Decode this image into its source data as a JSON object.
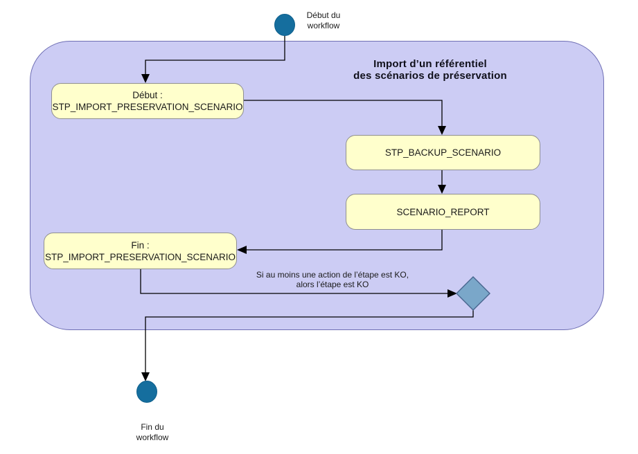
{
  "diagram": {
    "start_label": "Début du\nworkflow",
    "end_label": "Fin du\nworkflow",
    "group_title": "Import d’un référentiel\ndes scénarios de préservation",
    "condition_label": "Si au moins une action de l’étape est KO,\nalors l’étape est KO",
    "nodes": {
      "debut": "Début :\nSTP_IMPORT_PRESERVATION_SCENARIO",
      "backup": "STP_BACKUP_SCENARIO",
      "report": "SCENARIO_REPORT",
      "fin": "Fin :\nSTP_IMPORT_PRESERVATION_SCENARIO"
    },
    "colors": {
      "group_fill": "#ccccf4",
      "group_border": "#6e6eb4",
      "activity_fill": "#ffffcc",
      "activity_border": "#8f8f8f",
      "node_fill": "#156e9e",
      "node_border": "#0e5f8c",
      "diamond_fill": "#7aa7c9",
      "diamond_border": "#47658e",
      "edge": "#000000"
    }
  }
}
